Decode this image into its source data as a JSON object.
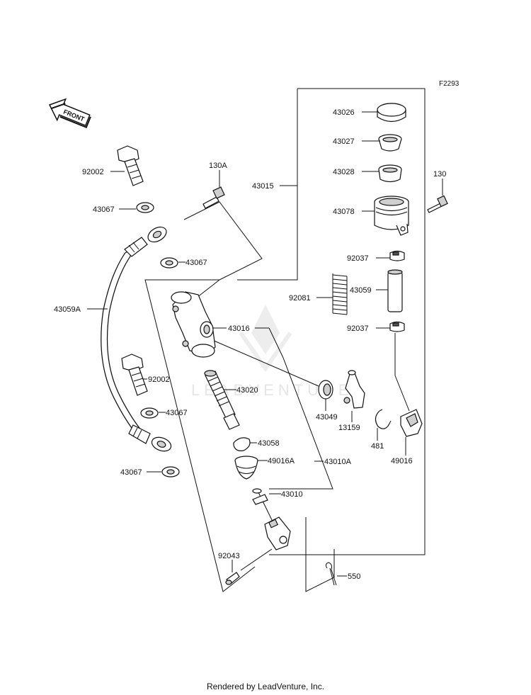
{
  "diagram_id": "F2293",
  "front_label": "FRONT",
  "watermark": "LEADVENTURE",
  "footer": "Rendered by LeadVenture, Inc.",
  "part_labels": {
    "p43026": "43026",
    "p43027": "43027",
    "p43028": "43028",
    "p43078": "43078",
    "p130": "130",
    "p130A": "130A",
    "p43015": "43015",
    "p92002a": "92002",
    "p43067a": "43067",
    "p43067b": "43067",
    "p43059A": "43059A",
    "p92002b": "92002",
    "p43067c": "43067",
    "p43067d": "43067",
    "p92037a": "92037",
    "p92081": "92081",
    "p43059": "43059",
    "p92037b": "92037",
    "p43016": "43016",
    "p43020": "43020",
    "p43049": "43049",
    "p13159": "13159",
    "p481": "481",
    "p49016": "49016",
    "p43058": "43058",
    "p49016A": "49016A",
    "p43010A": "43010A",
    "p43010": "43010",
    "p92043": "92043",
    "p550": "550"
  }
}
